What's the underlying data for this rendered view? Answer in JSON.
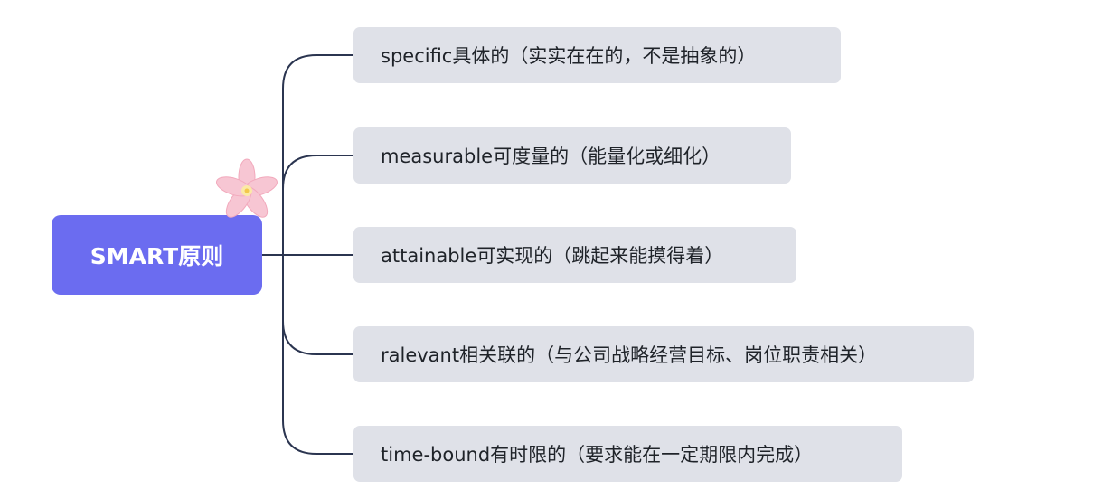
{
  "mindmap": {
    "root": {
      "label": "SMART原则",
      "color": "#6b6cf0",
      "decoration": "flower-icon"
    },
    "branches": [
      {
        "label": "specific具体的（实实在在的，不是抽象的）"
      },
      {
        "label": "measurable可度量的（能量化或细化）"
      },
      {
        "label": "attainable可实现的（跳起来能摸得着）"
      },
      {
        "label": "ralevant相关联的（与公司战略经营目标、岗位职责相关）"
      },
      {
        "label": "time-bound有时限的（要求能在一定期限内完成）"
      }
    ],
    "colors": {
      "branch_background": "#dfe1e8",
      "connector": "#2b3550",
      "text": "#1f2329"
    }
  }
}
